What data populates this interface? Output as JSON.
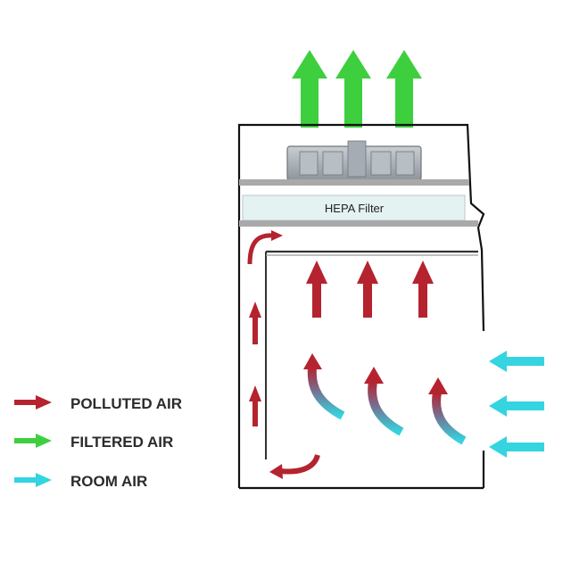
{
  "filter": {
    "label": "HEPA Filter"
  },
  "legend": [
    {
      "label": "POLLUTED AIR",
      "icon": "red-arrow-icon",
      "color": "#b5232f"
    },
    {
      "label": "FILTERED AIR",
      "icon": "green-arrow-icon",
      "color": "#3ecf3e"
    },
    {
      "label": "ROOM AIR",
      "icon": "cyan-arrow-icon",
      "color": "#34d4e0"
    }
  ],
  "colors": {
    "polluted": "#b5232f",
    "filtered": "#3ecf3e",
    "room": "#34d4e0",
    "cabinet": "#111111",
    "shelf": "#a9a9a9",
    "filter_fill": "#e4f2f2"
  }
}
